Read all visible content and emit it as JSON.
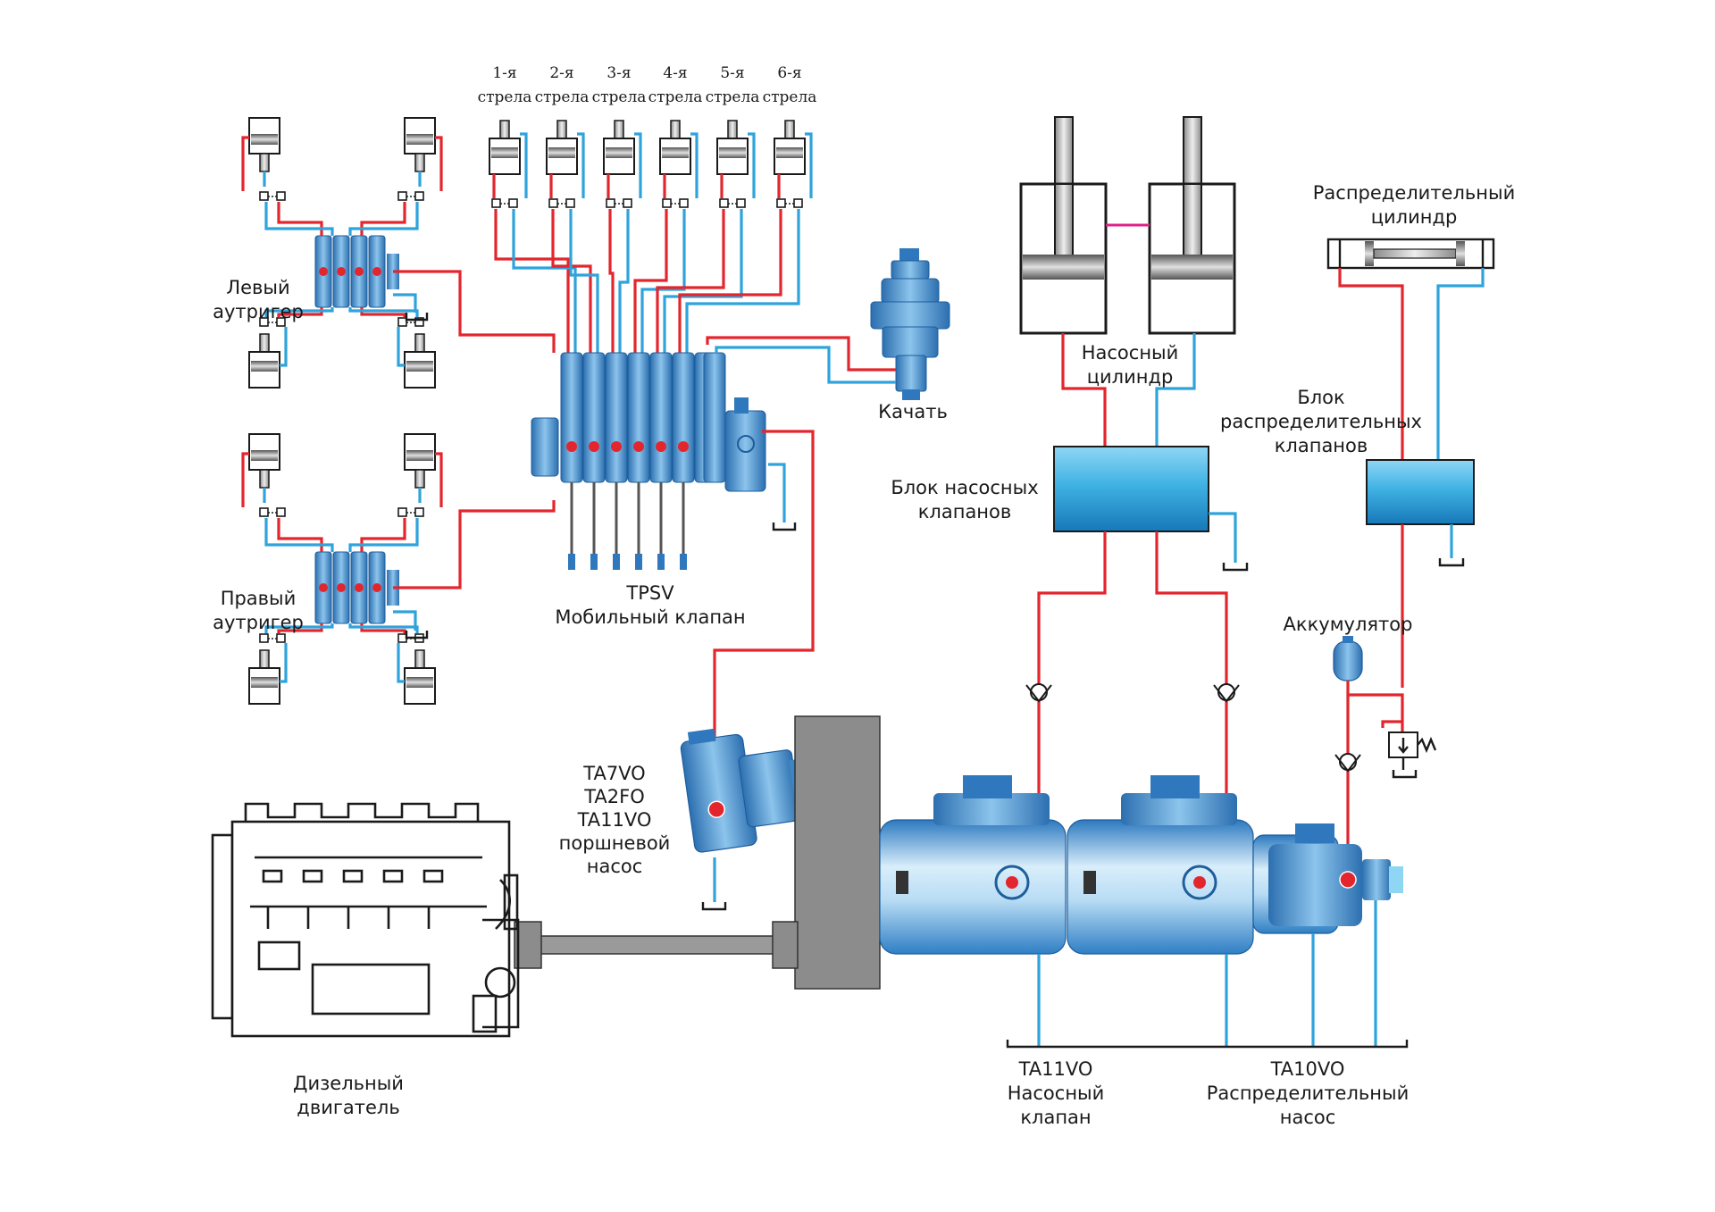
{
  "labels": {
    "booms": [
      "1-я",
      "2-я",
      "3-я",
      "4-я",
      "5-я",
      "6-я"
    ],
    "boom_word": "стрела",
    "left_outrigger": [
      "Левый",
      "аутригер"
    ],
    "right_outrigger": [
      "Правый",
      "аутригер"
    ],
    "tpsv": [
      "TPSV",
      "Мобильный клапан"
    ],
    "swing": "Качать",
    "pump_cylinder": [
      "Насосный",
      "цилиндр"
    ],
    "pump_valve_block": [
      "Блок насосных",
      "клапанов"
    ],
    "distribution_cylinder": [
      "Распределительный",
      "цилиндр"
    ],
    "distribution_valve_block": [
      "Блок",
      "распределительных",
      "клапанов"
    ],
    "accumulator": "Аккумулятор",
    "piston_pump": [
      "TA7VO",
      "TA2FO",
      "TA11VO",
      "поршневой",
      "насос"
    ],
    "diesel_engine": [
      "Дизельный",
      "двигатель"
    ],
    "ta11vo_pump_valve": [
      "TA11VO",
      "Насосный",
      "клапан"
    ],
    "ta10vo_distribution_pump": [
      "TA10VO",
      "Распределительный",
      "насос"
    ]
  },
  "colors": {
    "pressure_line": "#e3262d",
    "return_line": "#2ea3dc",
    "link_line": "#e0218a",
    "hardware_blue": "#4f9fd8",
    "block_blue": "#3fb2e3",
    "housing_gray": "#8c8c8c"
  }
}
